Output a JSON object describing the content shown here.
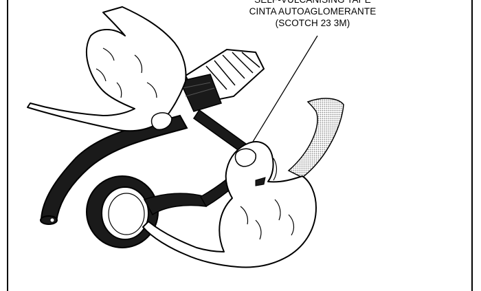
{
  "label": {
    "line1": "SELF-VULCANISING TAPE",
    "line2": "CINTA AUTOAGLOMERANTE",
    "line3": "(SCOTCH 23 3M)"
  },
  "colors": {
    "ink": "#000000",
    "paper": "#ffffff",
    "tape": "#1a1a1a",
    "hatch": "#9a9a9a"
  }
}
